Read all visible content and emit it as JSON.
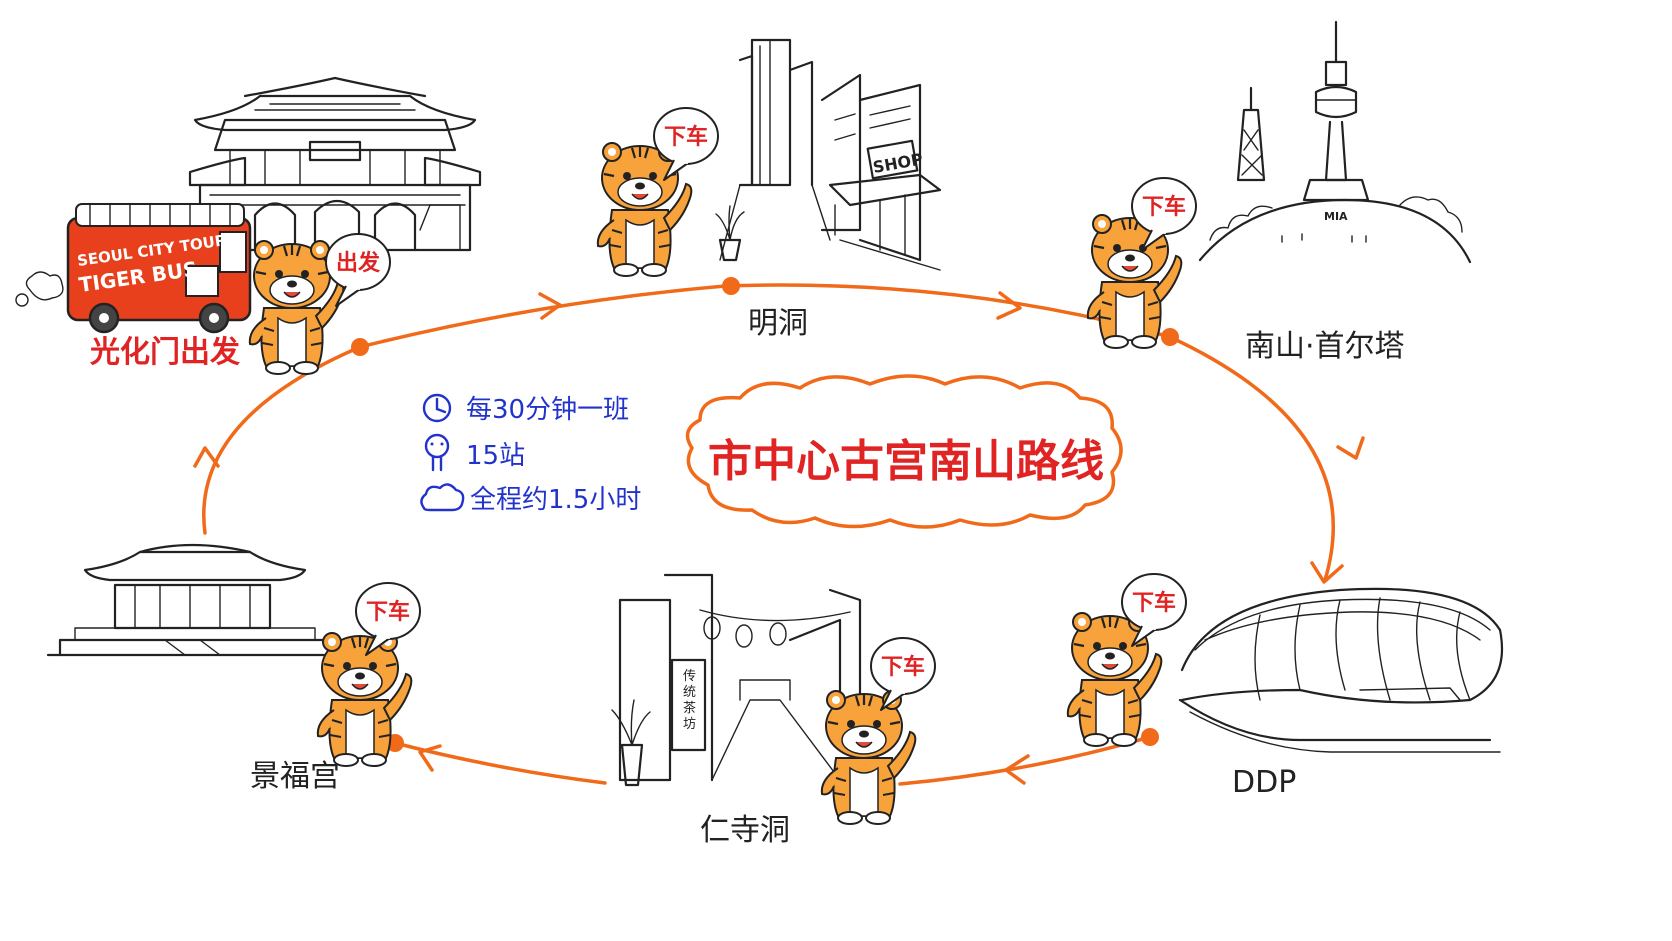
{
  "title": "市中心古宫南山路线",
  "info": [
    {
      "icon": "clock-icon",
      "text": "每30分钟一班"
    },
    {
      "icon": "bus-stop-icon",
      "text": "15站"
    },
    {
      "icon": "cloud-icon",
      "text": "全程约1.5小时"
    }
  ],
  "bus": {
    "line1": "SEOUL CITY TOUR",
    "line2": "TIGER BUS"
  },
  "stops": [
    {
      "name": "光化门出发",
      "bubble": "出发",
      "start": true
    },
    {
      "name": "明洞",
      "bubble": "下车"
    },
    {
      "name": "南山·首尔塔",
      "bubble": "下车"
    },
    {
      "name": "DDP",
      "bubble": "下车"
    },
    {
      "name": "仁寺洞",
      "bubble": "下车"
    },
    {
      "name": "景福宫",
      "bubble": "下车"
    }
  ],
  "signs": {
    "shop": "SHOP",
    "tower": "MIA",
    "teahouse": "传统茶坊"
  },
  "colors": {
    "route": "#f06a1a",
    "title": "#e02424",
    "info": "#2233cc",
    "bus": "#e8401c",
    "tiger": "#f7a23a"
  }
}
